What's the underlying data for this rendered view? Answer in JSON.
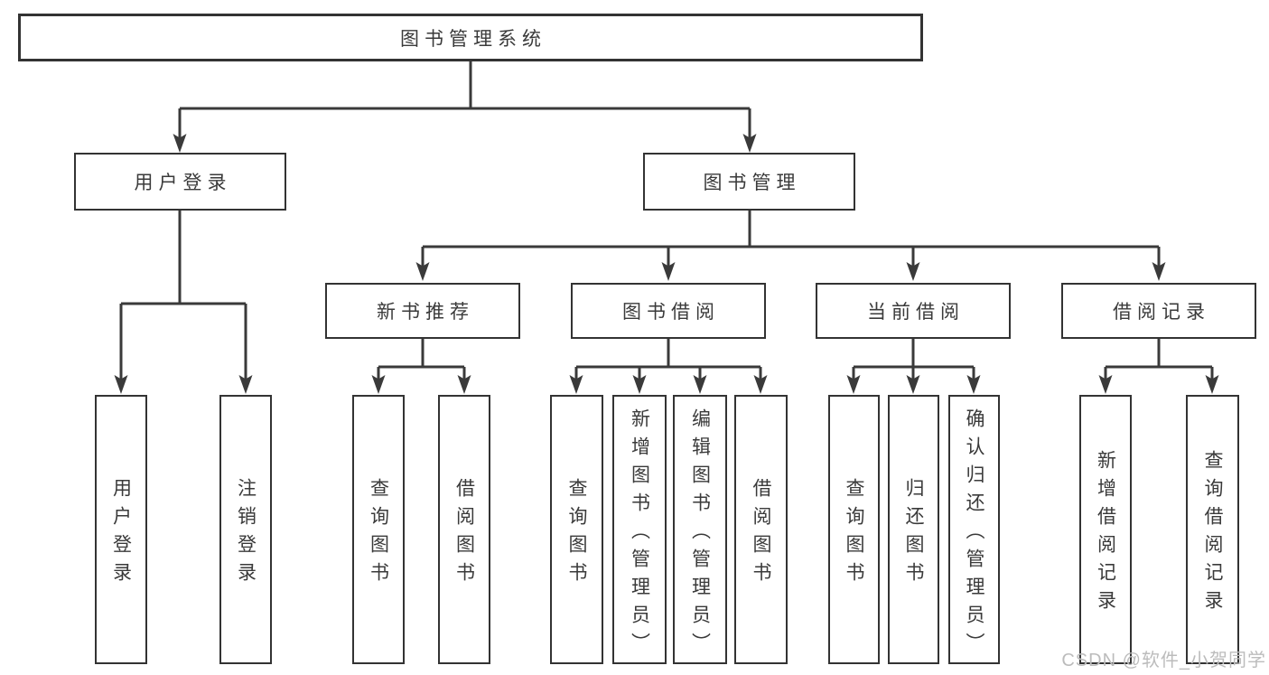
{
  "diagram": {
    "root": {
      "label": "图书管理系统"
    },
    "branches": [
      {
        "label": "用户登录",
        "children": [
          "用户登录",
          "注销登录"
        ]
      },
      {
        "label": "图书管理",
        "groups": [
          {
            "label": "新书推荐",
            "children": [
              "查询图书",
              "借阅图书"
            ]
          },
          {
            "label": "图书借阅",
            "children": [
              "查询图书",
              "新增图书（管理员）",
              "编辑图书（管理员）",
              "借阅图书"
            ]
          },
          {
            "label": "当前借阅",
            "children": [
              "查询图书",
              "归还图书",
              "确认归还（管理员）"
            ]
          },
          {
            "label": "借阅记录",
            "children": [
              "新增借阅记录",
              "查询借阅记录"
            ]
          }
        ]
      }
    ],
    "colors": {
      "line": "#3a3a3a",
      "box_border": "#333333",
      "text": "#3a3a3a",
      "background": "#ffffff",
      "watermark": "#bcbcbc"
    }
  },
  "watermark": {
    "text": "CSDN @软件_小贺同学"
  }
}
